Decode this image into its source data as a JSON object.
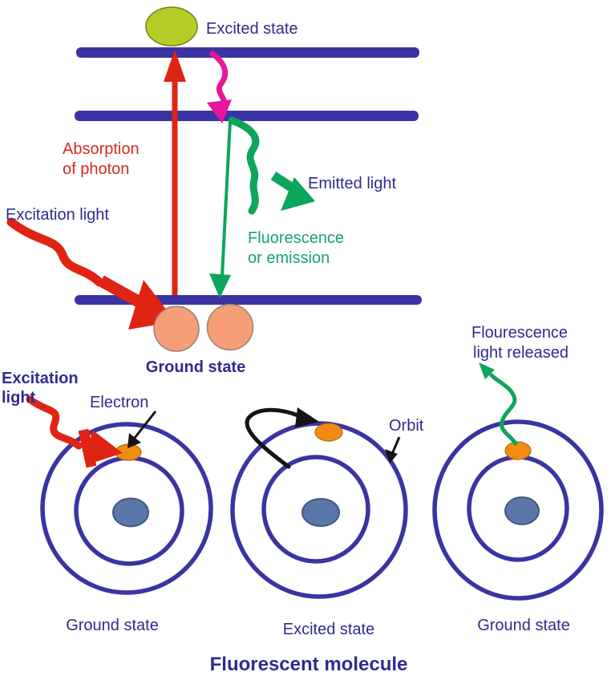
{
  "colors": {
    "background": "#ffffff",
    "level_bar": "#3a34a2",
    "orbit_stroke": "#3a34a2",
    "label_indigo": "#2f2b8f",
    "arrow_red": "#e02413",
    "text_red": "#d32b20",
    "arrow_green": "#0ca55c",
    "text_green": "#14a567",
    "arrow_magenta": "#e8159d",
    "arrow_black": "#141414",
    "excited_electron_fill": "#b8cc29",
    "excited_electron_stroke": "#75821c",
    "ground_electron_fill": "#f59e78",
    "ground_electron_stroke": "#94826f",
    "electron_orange_fill": "#f18c12",
    "electron_orange_stroke": "#b36a10",
    "nucleus_fill": "#5b76a8",
    "nucleus_stroke": "#42587d"
  },
  "energy_diagram": {
    "excited_state_label": "Excited state",
    "absorption_label": [
      "Absorption",
      "of photon"
    ],
    "excitation_light_label": "Excitation light",
    "emitted_light_label": "Emitted light",
    "fluorescence_label": [
      "Fluorescence",
      "or emission"
    ],
    "ground_state_label": "Ground state"
  },
  "molecule_diagram": {
    "excitation_light_label": [
      "Excitation",
      "light"
    ],
    "electron_label": "Electron",
    "orbit_label": "Orbit",
    "fluorescence_released_label": [
      "Flourescence",
      "light released"
    ],
    "atoms": [
      {
        "label": "Ground state"
      },
      {
        "label": "Excited state"
      },
      {
        "label": "Ground state"
      }
    ],
    "title": "Fluorescent molecule"
  }
}
